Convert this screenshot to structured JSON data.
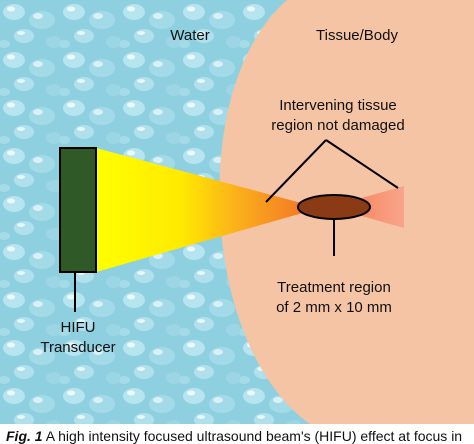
{
  "labels": {
    "water": "Water",
    "tissue": "Tissue/Body",
    "intervening_line1": "Intervening tissue",
    "intervening_line2": "region not damaged",
    "treatment_line1": "Treatment region",
    "treatment_line2": "of 2 mm x 10 mm",
    "transducer_line1": "HIFU",
    "transducer_line2": "Transducer"
  },
  "caption": {
    "fig_label": "Fig. 1",
    "text": "A high intensity focused ultrasound beam's (HIFU) effect at focus in"
  },
  "colors": {
    "water_bg": "#8fd0e0",
    "tissue": "#f5c4a4",
    "transducer": "#2f5a28",
    "beam_near": "#ffff00",
    "beam_far": "#f26a2a",
    "focal_zone": "#8a3a14"
  }
}
